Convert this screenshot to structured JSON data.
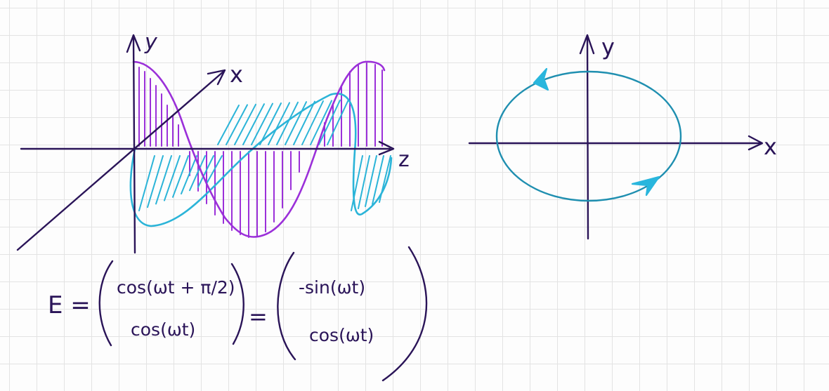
{
  "colors": {
    "axis": "#2a1458",
    "purple_wave": "#9b30d9",
    "cyan_wave": "#2bb4d8",
    "ellipse": "#1f8fb0",
    "arrow": "#29b6dd",
    "grid": "#e3e3e3"
  },
  "wave_diagram": {
    "labels": {
      "y_axis": "y",
      "x_axis": "x",
      "z_axis": "z"
    }
  },
  "polarization_diagram": {
    "labels": {
      "x_axis": "x",
      "y_axis": "y"
    }
  },
  "equation": {
    "lhs": "E =",
    "vec1": {
      "top": "cos(ωt + π/2)",
      "bottom": "cos(ωt)"
    },
    "equals": "=",
    "vec2": {
      "top": "-sin(ωt)",
      "bottom": "cos(ωt)"
    }
  }
}
